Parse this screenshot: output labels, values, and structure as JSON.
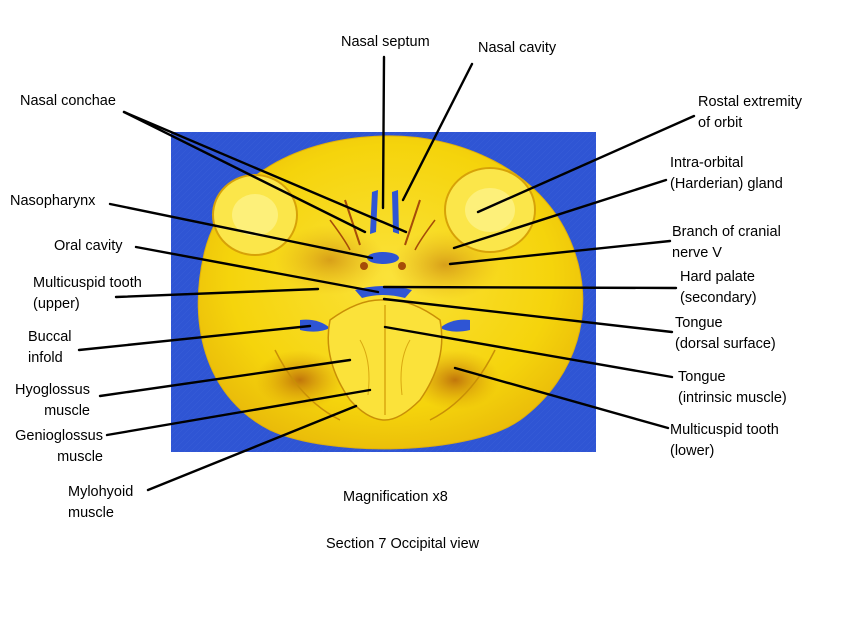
{
  "colors": {
    "background_slide": "#2f55d4",
    "tissue": "#f5d40c",
    "tissue_dark": "#c98f06",
    "leader_lines": "#000000"
  },
  "labels": {
    "nasal_septum": "Nasal septum",
    "nasal_cavity": "Nasal cavity",
    "nasal_conchae": "Nasal conchae",
    "rostral_orbit_1": "Rostal extremity",
    "rostral_orbit_2": "of orbit",
    "intraorbital_1": "Intra-orbital",
    "intraorbital_2": "(Harderian) gland",
    "nasopharynx": "Nasopharynx",
    "cranial_nerve_1": "Branch of cranial",
    "cranial_nerve_2": "nerve V",
    "oral_cavity": "Oral cavity",
    "hard_palate_1": "Hard palate",
    "hard_palate_2": "(secondary)",
    "multicuspid_upper_1": "Multicuspid tooth",
    "multicuspid_upper_2": "(upper)",
    "tongue_dorsal_1": "Tongue",
    "tongue_dorsal_2": "(dorsal surface)",
    "buccal_1": "Buccal",
    "buccal_2": "infold",
    "tongue_intrinsic_1": "Tongue",
    "tongue_intrinsic_2": "(intrinsic muscle)",
    "hyoglossus_1": "Hyoglossus",
    "hyoglossus_2": "muscle",
    "multicuspid_lower_1": "Multicuspid tooth",
    "multicuspid_lower_2": "(lower)",
    "genioglossus_1": "Genioglossus",
    "genioglossus_2": "muscle",
    "mylohyoid_1": "Mylohyoid",
    "mylohyoid_2": "muscle"
  },
  "caption": {
    "magnification": "Magnification x8",
    "section": "Section 7 Occipital view"
  }
}
